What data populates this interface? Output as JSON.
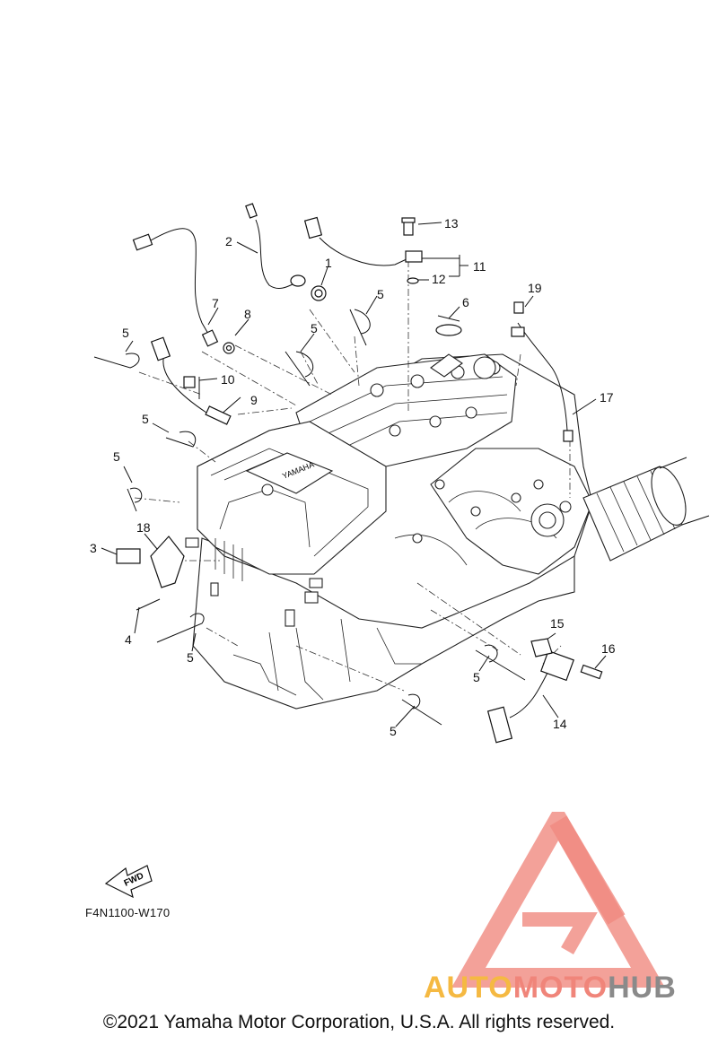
{
  "callouts": {
    "n1": "1",
    "n2": "2",
    "n3": "3",
    "n4": "4",
    "n5": "5",
    "n6": "6",
    "n7": "7",
    "n8": "8",
    "n9": "9",
    "n10": "10",
    "n11": "11",
    "n12": "12",
    "n13": "13",
    "n14": "14",
    "n15": "15",
    "n16": "16",
    "n17": "17",
    "n18": "18",
    "n19": "19"
  },
  "engine_label": "YAMAHA",
  "fwd_label": "FWD",
  "diagram_code": "F4N1100-W170",
  "copyright": "©2021 Yamaha Motor Corporation, U.S.A. All rights reserved.",
  "watermark": {
    "part1": "AUTO",
    "part2": "MOTO",
    "part3": "HUB",
    "colors": {
      "auto": "#f5b942",
      "moto": "#f0857a",
      "hub": "#8a8a8a",
      "mark": "#f08a80"
    }
  }
}
